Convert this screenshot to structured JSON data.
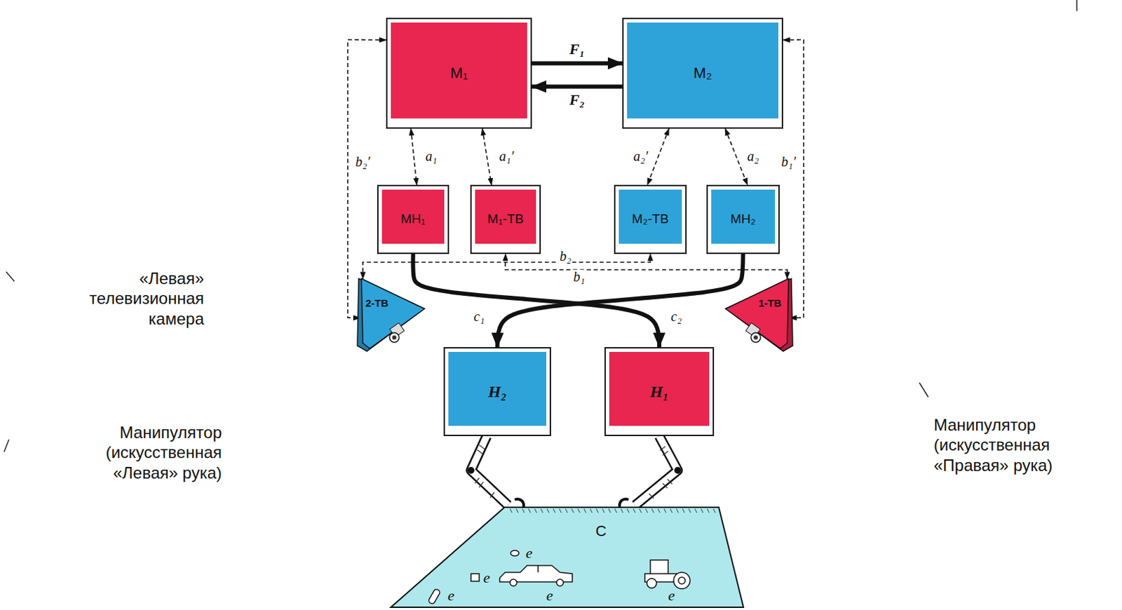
{
  "diagram": {
    "nodes": [
      {
        "text": [
          "M₁"
        ]
      },
      {
        "text": [
          "M₂"
        ]
      },
      {
        "text": [
          "MH₁"
        ]
      },
      {
        "text": [
          "M₁-ТВ"
        ]
      },
      {
        "text": [
          "M₂-ТВ"
        ]
      },
      {
        "text": [
          "MH₂"
        ]
      },
      {
        "text": [
          "2-ТВ"
        ]
      },
      {
        "text": [
          "1-ТВ"
        ]
      },
      {
        "text": [
          "H₂"
        ]
      },
      {
        "text": [
          "H₁"
        ]
      },
      {
        "text": [
          "C",
          "e",
          "e",
          "e",
          "e",
          "e"
        ]
      }
    ],
    "edges": [
      {
        "from": 0,
        "to": 1,
        "arrow": "to",
        "label": "F₁"
      },
      {
        "from": 1,
        "to": 0,
        "arrow": "to",
        "label": "F₂"
      },
      {
        "from": 0,
        "to": 2,
        "arrow": "both",
        "label": "a₁"
      },
      {
        "from": 0,
        "to": 3,
        "arrow": "both",
        "label": "a₁′"
      },
      {
        "from": 1,
        "to": 4,
        "arrow": "both",
        "label": "a₂′"
      },
      {
        "from": 1,
        "to": 5,
        "arrow": "both",
        "label": "a₂"
      },
      {
        "from": 0,
        "to": 6,
        "arrow": "both",
        "label": "b₂′"
      },
      {
        "from": 1,
        "to": 7,
        "arrow": "both",
        "label": "b₁′"
      },
      {
        "from": 6,
        "to": 4,
        "arrow": "both",
        "label": "b₂"
      },
      {
        "from": 7,
        "to": 3,
        "arrow": "both",
        "label": "b₁"
      },
      {
        "from": 5,
        "to": 8,
        "arrow": "to",
        "label": "c₁"
      },
      {
        "from": 2,
        "to": 9,
        "arrow": "to",
        "label": "c₂"
      }
    ],
    "labels": [
      "«Левая» телевизионная камера",
      "Манипулятор (искусственная «Левая» рука)",
      "Манипулятор (искусственная «Правая» рука)"
    ]
  }
}
